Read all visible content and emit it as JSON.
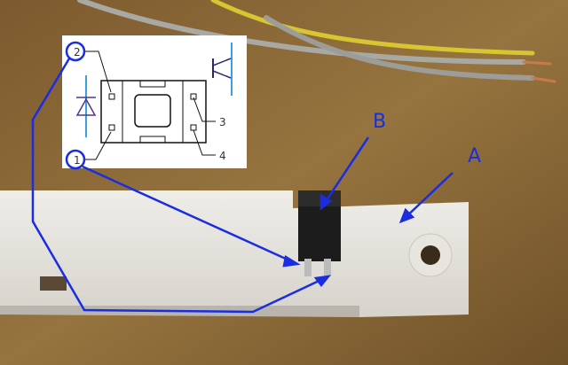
{
  "annotations": {
    "label_a": "A",
    "label_b": "B"
  },
  "inset": {
    "pins": [
      "1",
      "2",
      "3",
      "4"
    ]
  },
  "colors": {
    "annotation": "#1a2de0",
    "wood": "#8c6a3c",
    "plastic": "#e6e3dc",
    "connector": "#1c1c1c"
  }
}
